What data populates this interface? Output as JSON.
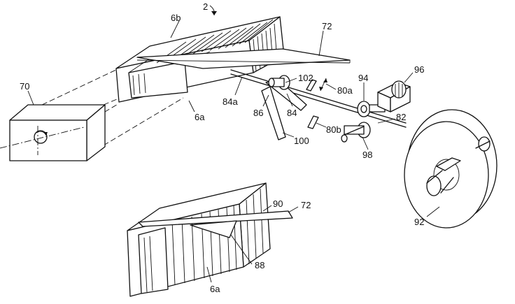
{
  "labels": {
    "l2": "2",
    "l6b": "6b",
    "l72_top": "72",
    "l70": "70",
    "l84a": "84a",
    "l102": "102",
    "l94": "94",
    "l96": "96",
    "l80a": "80a",
    "l6a_top": "6a",
    "l86": "86",
    "l84": "84",
    "l82": "82",
    "l80b": "80b",
    "l100": "100",
    "l98": "98",
    "l90": "90",
    "l72_bottom": "72",
    "l88": "88",
    "l6a_bottom": "6a",
    "l92": "92"
  }
}
